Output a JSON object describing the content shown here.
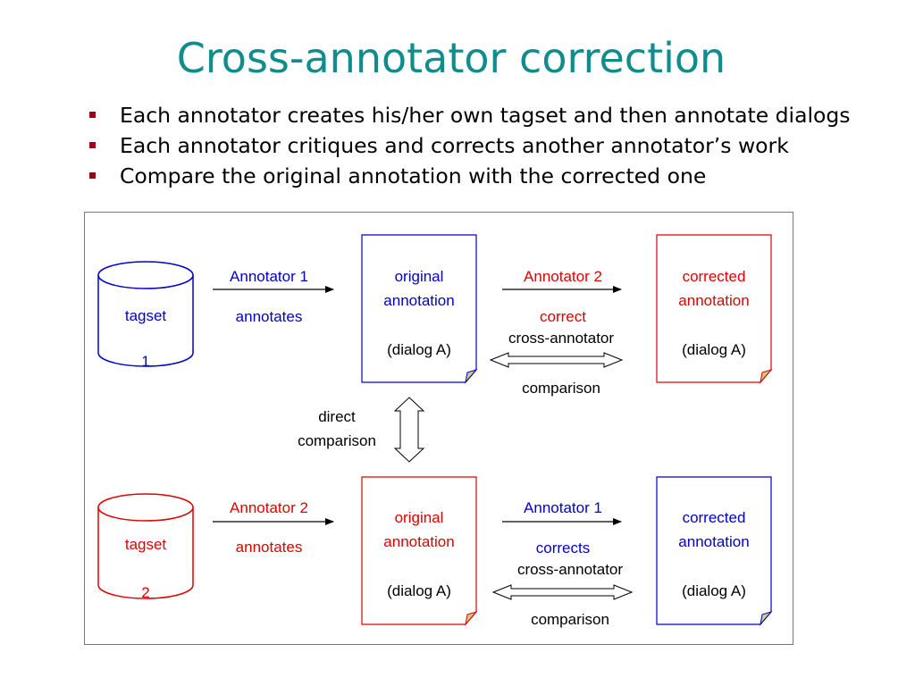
{
  "title": "Cross-annotator correction",
  "bullets": [
    "Each annotator creates his/her own tagset and then annotate dialogs",
    "Each annotator critiques and corrects another annotator’s work",
    "Compare the original annotation with the corrected one"
  ],
  "colors": {
    "title": "#0f8c8c",
    "blue": "#0000cc",
    "red": "#e00000",
    "bullet": "#99001a"
  },
  "top_row": {
    "tagset_name": "tagset",
    "tagset_number": "1",
    "annotator_label": "Annotator 1",
    "action_label": "annotates",
    "original_doc": {
      "line1": "original",
      "line2": "annotation",
      "line3": "(dialog A)"
    },
    "correction_annotator": "Annotator 2",
    "correction_action": "correct",
    "cross_label": "cross-annotator",
    "comparison_label": "comparison",
    "corrected_doc": {
      "line1": "corrected",
      "line2": "annotation",
      "line3": "(dialog A)"
    }
  },
  "middle": {
    "direct_label": "direct",
    "comparison_label": "comparison"
  },
  "bottom_row": {
    "tagset_name": "tagset",
    "tagset_number": "2",
    "annotator_label": "Annotator 2",
    "action_label": "annotates",
    "original_doc": {
      "line1": "original",
      "line2": "annotation",
      "line3": "(dialog A)"
    },
    "correction_annotator": "Annotator 1",
    "correction_action": "corrects",
    "cross_label": "cross-annotator",
    "comparison_label": "comparison",
    "corrected_doc": {
      "line1": "corrected",
      "line2": "annotation",
      "line3": "(dialog A)"
    }
  }
}
